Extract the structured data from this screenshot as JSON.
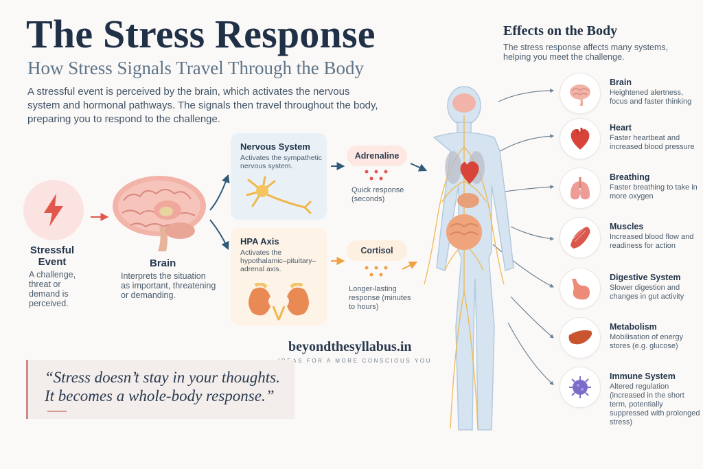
{
  "header": {
    "title": "The Stress Response",
    "subtitle": "How Stress Signals Travel Through the Body",
    "intro": "A stressful event is perceived by the brain, which activates the nervous system and hormonal pathways. The signals then travel throughout the body, preparing you to respond to the challenge."
  },
  "flow": {
    "stress": {
      "title": "Stressful Event",
      "desc": "A challenge, threat or demand is perceived."
    },
    "brain": {
      "title": "Brain",
      "desc": "Interprets the situation as important, threatening or demanding."
    },
    "nervous_system": {
      "title": "Nervous System",
      "desc": "Activates the sympathetic nervous system."
    },
    "hpa_axis": {
      "title": "HPA Axis",
      "desc": "Activates the hypothalamic–pituitary–adrenal axis."
    },
    "adrenaline": {
      "label": "Adrenaline",
      "desc": "Quick response (seconds)"
    },
    "cortisol": {
      "label": "Cortisol",
      "desc": "Longer-lasting response (minutes to hours)"
    }
  },
  "brand": {
    "name": "beyondthesyllabus.in",
    "tagline": "IDEAS FOR A MORE CONSCIOUS YOU"
  },
  "quote": {
    "text": "“Stress doesn’t stay in your thoughts. It becomes a whole-body response.”"
  },
  "effects": {
    "title": "Effects on the Body",
    "desc": "The stress response affects many systems, helping you meet the challenge.",
    "items": [
      {
        "title": "Brain",
        "desc": "Heightened alertness, focus and faster thinking",
        "icon": "brain-icon"
      },
      {
        "title": "Heart",
        "desc": "Faster heartbeat and increased blood pressure",
        "icon": "heart-icon"
      },
      {
        "title": "Breathing",
        "desc": "Faster breathing to take in more oxygen",
        "icon": "lungs-icon"
      },
      {
        "title": "Muscles",
        "desc": "Increased blood flow and readiness for action",
        "icon": "muscle-icon"
      },
      {
        "title": "Digestive System",
        "desc": "Slower digestion and changes in gut activity",
        "icon": "stomach-icon"
      },
      {
        "title": "Metabolism",
        "desc": "Mobilisation of energy stores (e.g. glucose)",
        "icon": "liver-icon"
      },
      {
        "title": "Immune System",
        "desc": "Altered regulation (increased in the short term, potentially suppressed with prolonged stress)",
        "icon": "immune-cell-icon"
      }
    ]
  },
  "colors": {
    "accent": "#e2574c",
    "navy": "#1f3047",
    "nerve": "#f0b64a",
    "body": "#bcd3e6"
  }
}
